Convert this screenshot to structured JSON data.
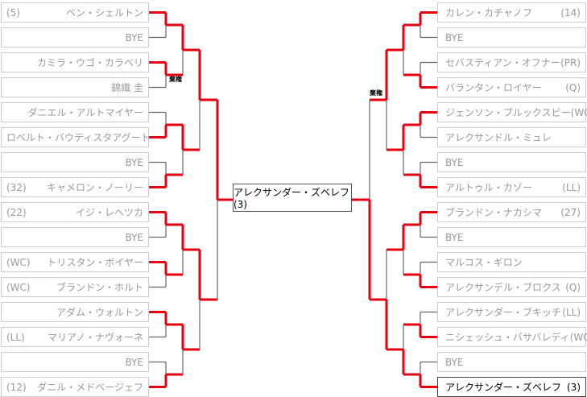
{
  "left": [
    {
      "seed": "(5)",
      "name": "ベン・シェルトン"
    },
    {
      "seed": "",
      "name": "BYE"
    },
    {
      "seed": "",
      "name": "カミラ・ウゴ・カラベリ"
    },
    {
      "seed": "",
      "name": "錦織 圭"
    },
    {
      "seed": "",
      "name": "ダニエル・アルトマイヤー"
    },
    {
      "seed": "",
      "name": "ロベルト・バウティスタアグート"
    },
    {
      "seed": "",
      "name": "BYE"
    },
    {
      "seed": "(32)",
      "name": "キャメロン・ノーリー"
    },
    {
      "seed": "(22)",
      "name": "イジ・レヘツカ"
    },
    {
      "seed": "",
      "name": "BYE"
    },
    {
      "seed": "(WC)",
      "name": "トリスタン・ボイヤー"
    },
    {
      "seed": "(WC)",
      "name": "ブランドン・ホルト"
    },
    {
      "seed": "",
      "name": "アダム・ウォルトン"
    },
    {
      "seed": "(LL)",
      "name": "マリアノ・ナヴォーネ"
    },
    {
      "seed": "",
      "name": "BYE"
    },
    {
      "seed": "(12)",
      "name": "ダニル・メドベージェフ"
    }
  ],
  "right": [
    {
      "seed": "(14)",
      "name": "カレン・カチャノフ"
    },
    {
      "seed": "",
      "name": "BYE"
    },
    {
      "seed": "(PR)",
      "name": "セバスティアン・オフナー"
    },
    {
      "seed": "(Q)",
      "name": "バランタン・ロイヤー"
    },
    {
      "seed": "(WC)",
      "name": "ジェンソン・ブルックスビー"
    },
    {
      "seed": "",
      "name": "アレクサンドル・ミュレ"
    },
    {
      "seed": "",
      "name": "BYE"
    },
    {
      "seed": "(LL)",
      "name": "アルトゥル・カゾー"
    },
    {
      "seed": "(27)",
      "name": "ブランドン・ナカシマ"
    },
    {
      "seed": "",
      "name": "BYE"
    },
    {
      "seed": "",
      "name": "マルコス・ギロン"
    },
    {
      "seed": "(Q)",
      "name": "アレクサンデル・ブロクス"
    },
    {
      "seed": "(LL)",
      "name": "アレクサンダー・ブキッチ"
    },
    {
      "seed": "(WC)",
      "name": "ニシェッシュ・バサバレディ"
    },
    {
      "seed": "",
      "name": "BYE"
    },
    {
      "seed": "(3)",
      "name": "アレクサンダー・ズベレフ"
    }
  ],
  "winners": {
    "left": [
      [
        0,
        2,
        5,
        7,
        8,
        10,
        12,
        15
      ],
      [
        0,
        5,
        8,
        12
      ],
      [
        0,
        8
      ],
      [
        0
      ]
    ],
    "right": [
      [
        0,
        3,
        4,
        7,
        8,
        11,
        13,
        15
      ],
      [
        0,
        4,
        8,
        15
      ],
      [
        0,
        15
      ],
      [
        15
      ]
    ]
  },
  "retired_label": "棄権",
  "champion": "アレクサンダー・ズベレフ(3)",
  "colors": {
    "win": "#e60012",
    "line": "#666666"
  }
}
